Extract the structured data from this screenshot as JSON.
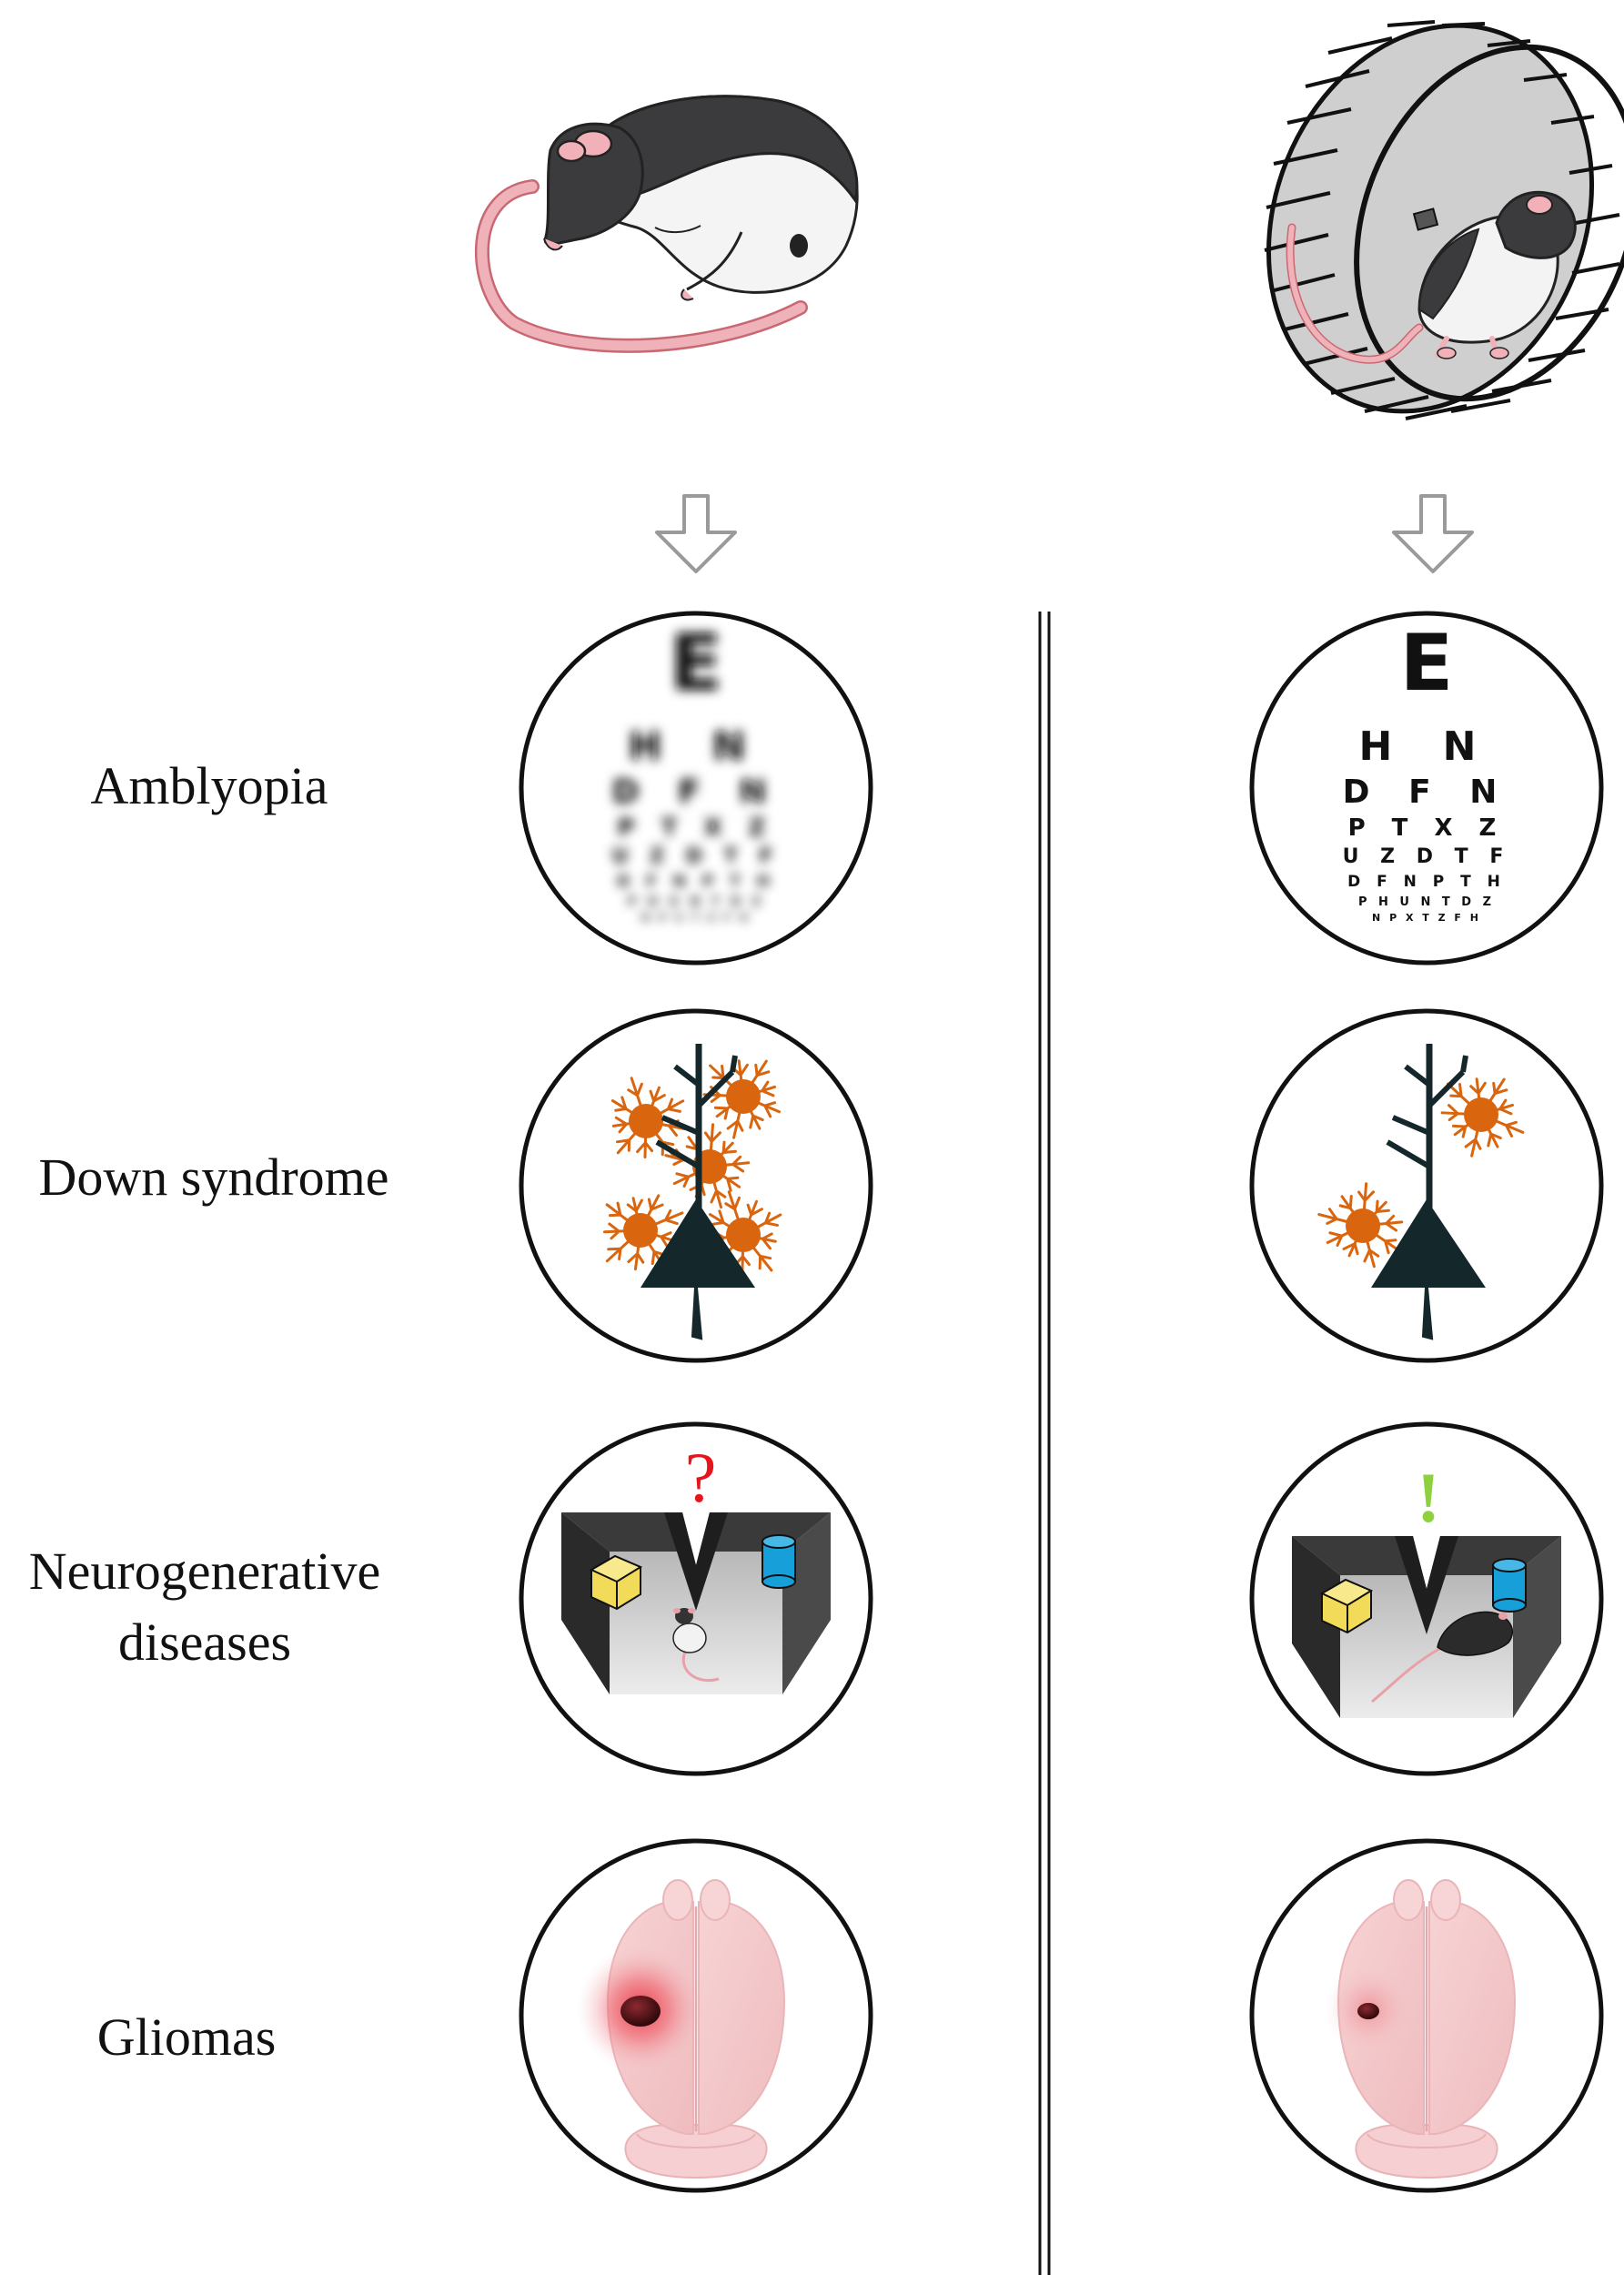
{
  "rows": [
    {
      "label": "Amblyopia"
    },
    {
      "label": "Down syndrome"
    },
    {
      "label": "Neurogenerative\ndiseases"
    },
    {
      "label": "Gliomas"
    }
  ],
  "eye_chart": {
    "lines": [
      "E",
      "H N",
      "D F N",
      "P T X Z",
      "U Z D T F",
      "D F N P T H",
      "P H U N T D Z",
      "N P X T Z F H"
    ]
  },
  "marks": {
    "question": "?",
    "exclamation": "!"
  },
  "colors": {
    "question": "#e8141c",
    "exclamation": "#8ed13f",
    "glia": "#d9650f",
    "neuron": "#14282c",
    "cube": "#f3db5a",
    "cylinder": "#169fd8",
    "brain": "#f3c6c8",
    "tumor": "#4a0c12",
    "rat_tail": "#eaa0a8",
    "arrow": "#9a9a9a"
  }
}
